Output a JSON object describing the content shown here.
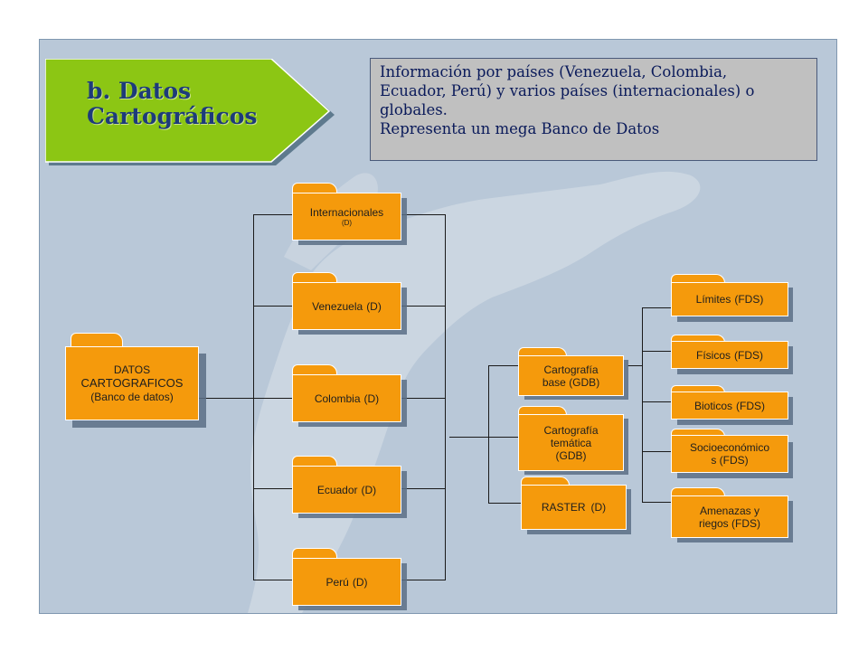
{
  "title": {
    "line1": "b. Datos",
    "line2": "Cartográficos"
  },
  "info": {
    "line1": "Información por países (Venezuela, Colombia,",
    "line2": "Ecuador, Perú) y varios países (internacionales) o",
    "line3": "globales.",
    "line4": "Representa un mega Banco de Datos"
  },
  "root": {
    "line1": "DATOS",
    "line2": "CARTOGRAFICOS",
    "line3": "(Banco de datos)"
  },
  "countries": [
    {
      "label": "Internacionales",
      "tag": "(D)"
    },
    {
      "label": "Venezuela",
      "tag": "(D)"
    },
    {
      "label": "Colombia",
      "tag": "(D)"
    },
    {
      "label": "Ecuador",
      "tag": "(D)"
    },
    {
      "label": "Perú",
      "tag": "(D)"
    }
  ],
  "types": [
    {
      "line1": "Cartografía",
      "line2": "base",
      "tag": "(GDB)"
    },
    {
      "line1": "Cartografía",
      "line2": "temática",
      "tag": "(GDB)"
    },
    {
      "line1": "RASTER",
      "tag": "(D)"
    }
  ],
  "themes": [
    {
      "label": "Límites",
      "tag": "(FDS)"
    },
    {
      "label": "Físicos",
      "tag": "(FDS)"
    },
    {
      "label": "Bioticos",
      "tag": "(FDS)"
    },
    {
      "line1": "Socioeconómico",
      "line2": "s",
      "tag": "(FDS)"
    },
    {
      "line1": "Amenazas y",
      "line2": "riegos",
      "tag": "(FDS)"
    }
  ],
  "colors": {
    "folder": "#f59a0c",
    "title_arrow": "#8cc614",
    "title_text": "#1d3b7a",
    "info_box": "#c0c0c0",
    "background": "#b9c8d8"
  }
}
